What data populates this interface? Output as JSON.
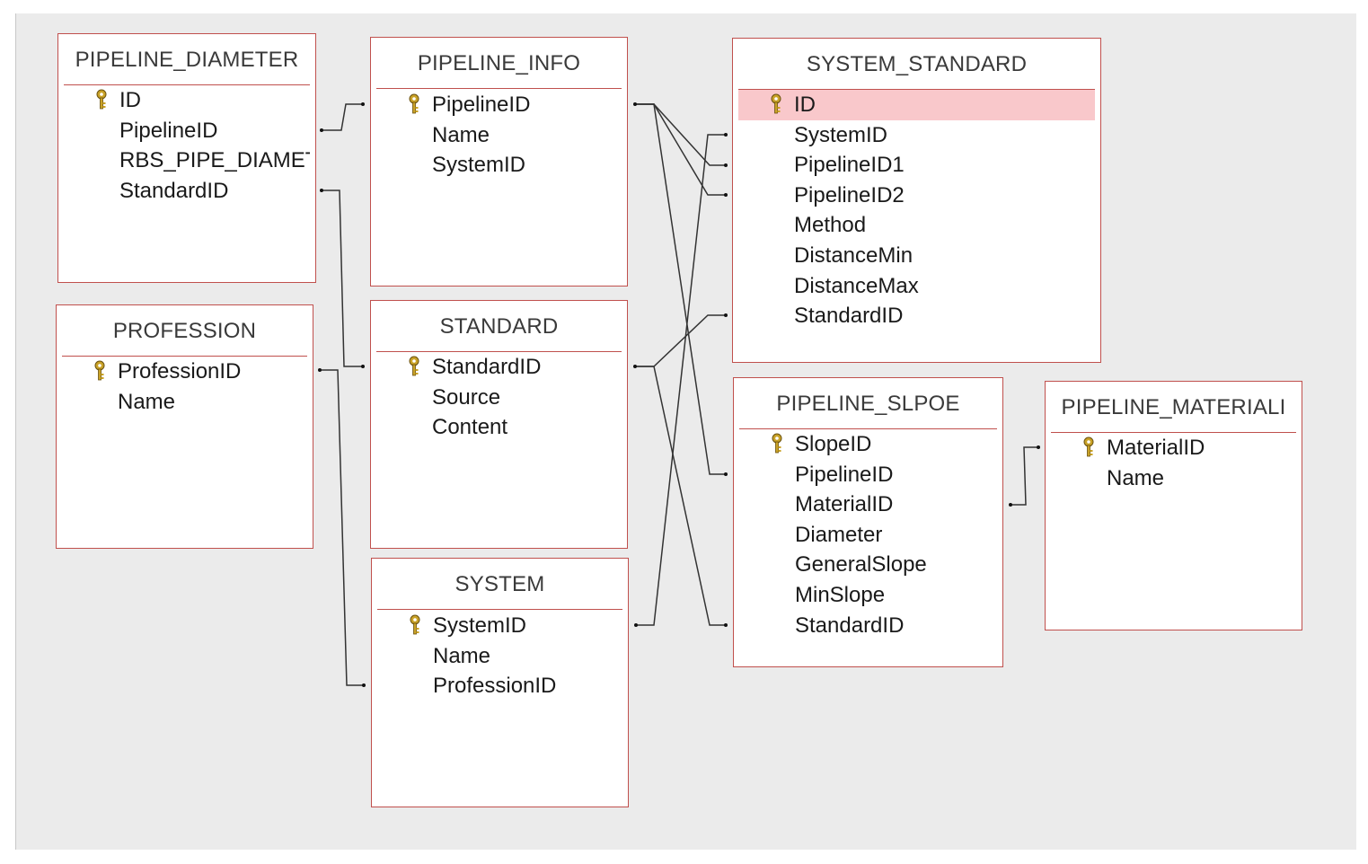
{
  "tables": [
    {
      "id": "pipeline_diameter",
      "title": "PIPELINE_DIAMETER",
      "fields": [
        {
          "name": "ID",
          "key": true
        },
        {
          "name": "PipelineID",
          "key": false
        },
        {
          "name": "RBS_PIPE_DIAMETI",
          "key": false
        },
        {
          "name": "StandardID",
          "key": false
        }
      ]
    },
    {
      "id": "pipeline_info",
      "title": "PIPELINE_INFO",
      "fields": [
        {
          "name": "PipelineID",
          "key": true
        },
        {
          "name": "Name",
          "key": false
        },
        {
          "name": "SystemID",
          "key": false
        }
      ]
    },
    {
      "id": "system_standard",
      "title": "SYSTEM_STANDARD",
      "fields": [
        {
          "name": "ID",
          "key": true,
          "selected": true
        },
        {
          "name": "SystemID",
          "key": false
        },
        {
          "name": "PipelineID1",
          "key": false
        },
        {
          "name": "PipelineID2",
          "key": false
        },
        {
          "name": "Method",
          "key": false
        },
        {
          "name": "DistanceMin",
          "key": false
        },
        {
          "name": "DistanceMax",
          "key": false
        },
        {
          "name": "StandardID",
          "key": false
        }
      ]
    },
    {
      "id": "profession",
      "title": "PROFESSION",
      "fields": [
        {
          "name": "ProfessionID",
          "key": true
        },
        {
          "name": "Name",
          "key": false
        }
      ]
    },
    {
      "id": "standard",
      "title": "STANDARD",
      "fields": [
        {
          "name": "StandardID",
          "key": true
        },
        {
          "name": "Source",
          "key": false
        },
        {
          "name": "Content",
          "key": false
        }
      ]
    },
    {
      "id": "pipeline_slpoe",
      "title": "PIPELINE_SLPOE",
      "fields": [
        {
          "name": "SlopeID",
          "key": true
        },
        {
          "name": "PipelineID",
          "key": false
        },
        {
          "name": "MaterialID",
          "key": false
        },
        {
          "name": "Diameter",
          "key": false
        },
        {
          "name": "GeneralSlope",
          "key": false
        },
        {
          "name": "MinSlope",
          "key": false
        },
        {
          "name": "StandardID",
          "key": false
        }
      ]
    },
    {
      "id": "pipeline_materiali",
      "title": "PIPELINE_MATERIALI",
      "fields": [
        {
          "name": "MaterialID",
          "key": true
        },
        {
          "name": "Name",
          "key": false
        }
      ]
    },
    {
      "id": "system",
      "title": "SYSTEM",
      "fields": [
        {
          "name": "SystemID",
          "key": true
        },
        {
          "name": "Name",
          "key": false
        },
        {
          "name": "ProfessionID",
          "key": false
        }
      ]
    }
  ],
  "colors": {
    "table_border": "#c0504d",
    "canvas_background": "#ebebeb",
    "selected_row": "#f9c8cb",
    "key_icon": "#c9a227"
  },
  "icons": {
    "primary_key": "key-icon"
  }
}
